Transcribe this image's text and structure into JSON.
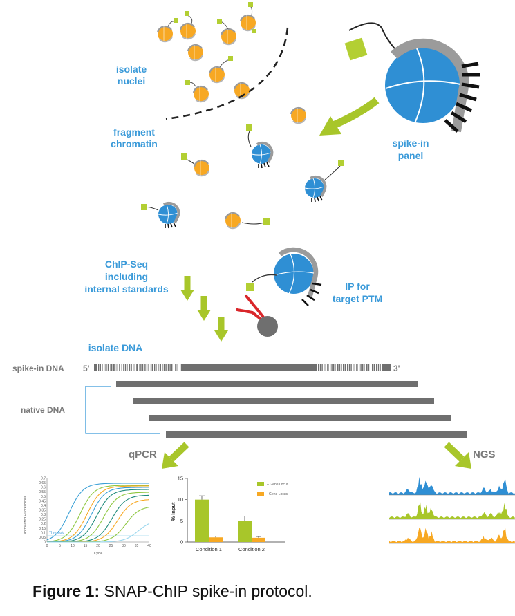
{
  "labels": {
    "isolate_nuclei": [
      "isolate",
      "nuclei"
    ],
    "fragment_chromatin": [
      "fragment",
      "chromatin"
    ],
    "spike_in_panel": [
      "spike-in",
      "panel"
    ],
    "chip_seq": [
      "ChIP-Seq",
      "including",
      "internal standards"
    ],
    "ip_target": [
      "IP for",
      "target PTM"
    ],
    "isolate_dna": "isolate DNA",
    "spike_in_dna": "spike-in DNA",
    "five_prime": "5'",
    "three_prime": "3'",
    "native_dna": "native DNA",
    "qpcr": "qPCR",
    "ngs": "NGS"
  },
  "caption": {
    "bold": "Figure 1:",
    "text": " SNAP-ChIP spike-in protocol."
  },
  "colors": {
    "blue_label": "#3a9ad9",
    "nucleosome_blue": "#2f8fd4",
    "nucleosome_orange": "#f7a823",
    "tag_green": "#b3cf33",
    "arrow_green": "#a8c62a",
    "dna_gray": "#6f6f6f",
    "antibody_red": "#d9262a"
  },
  "qpcr_curve": {
    "ylabel": "Normalized Fluorescence",
    "xlabel": "Cycle",
    "threshold": "Threshold",
    "yticks": [
      "0.7",
      "0.65",
      "0.6",
      "0.55",
      "0.5",
      "0.45",
      "0.4",
      "0.35",
      "0.3",
      "0.25",
      "0.2",
      "0.15",
      "0.1",
      "0.05",
      "0"
    ],
    "xticks": [
      "0",
      "5",
      "10",
      "15",
      "20",
      "25",
      "30",
      "35",
      "40"
    ]
  },
  "chart_data": {
    "type": "bar",
    "categories": [
      "Condition 1",
      "Condition 2"
    ],
    "series": [
      {
        "name": "+ Gene Locus",
        "values": [
          10,
          5
        ],
        "errors": [
          0.9,
          1.1
        ],
        "color": "#a8c62a"
      },
      {
        "name": "- Gene Locus",
        "values": [
          1.1,
          1.0
        ],
        "errors": [
          0.3,
          0.3
        ],
        "color": "#f7a823"
      }
    ],
    "ylabel": "% Input",
    "yticks": [
      "0",
      "5",
      "10",
      "15"
    ],
    "ylim": [
      0,
      15
    ]
  }
}
